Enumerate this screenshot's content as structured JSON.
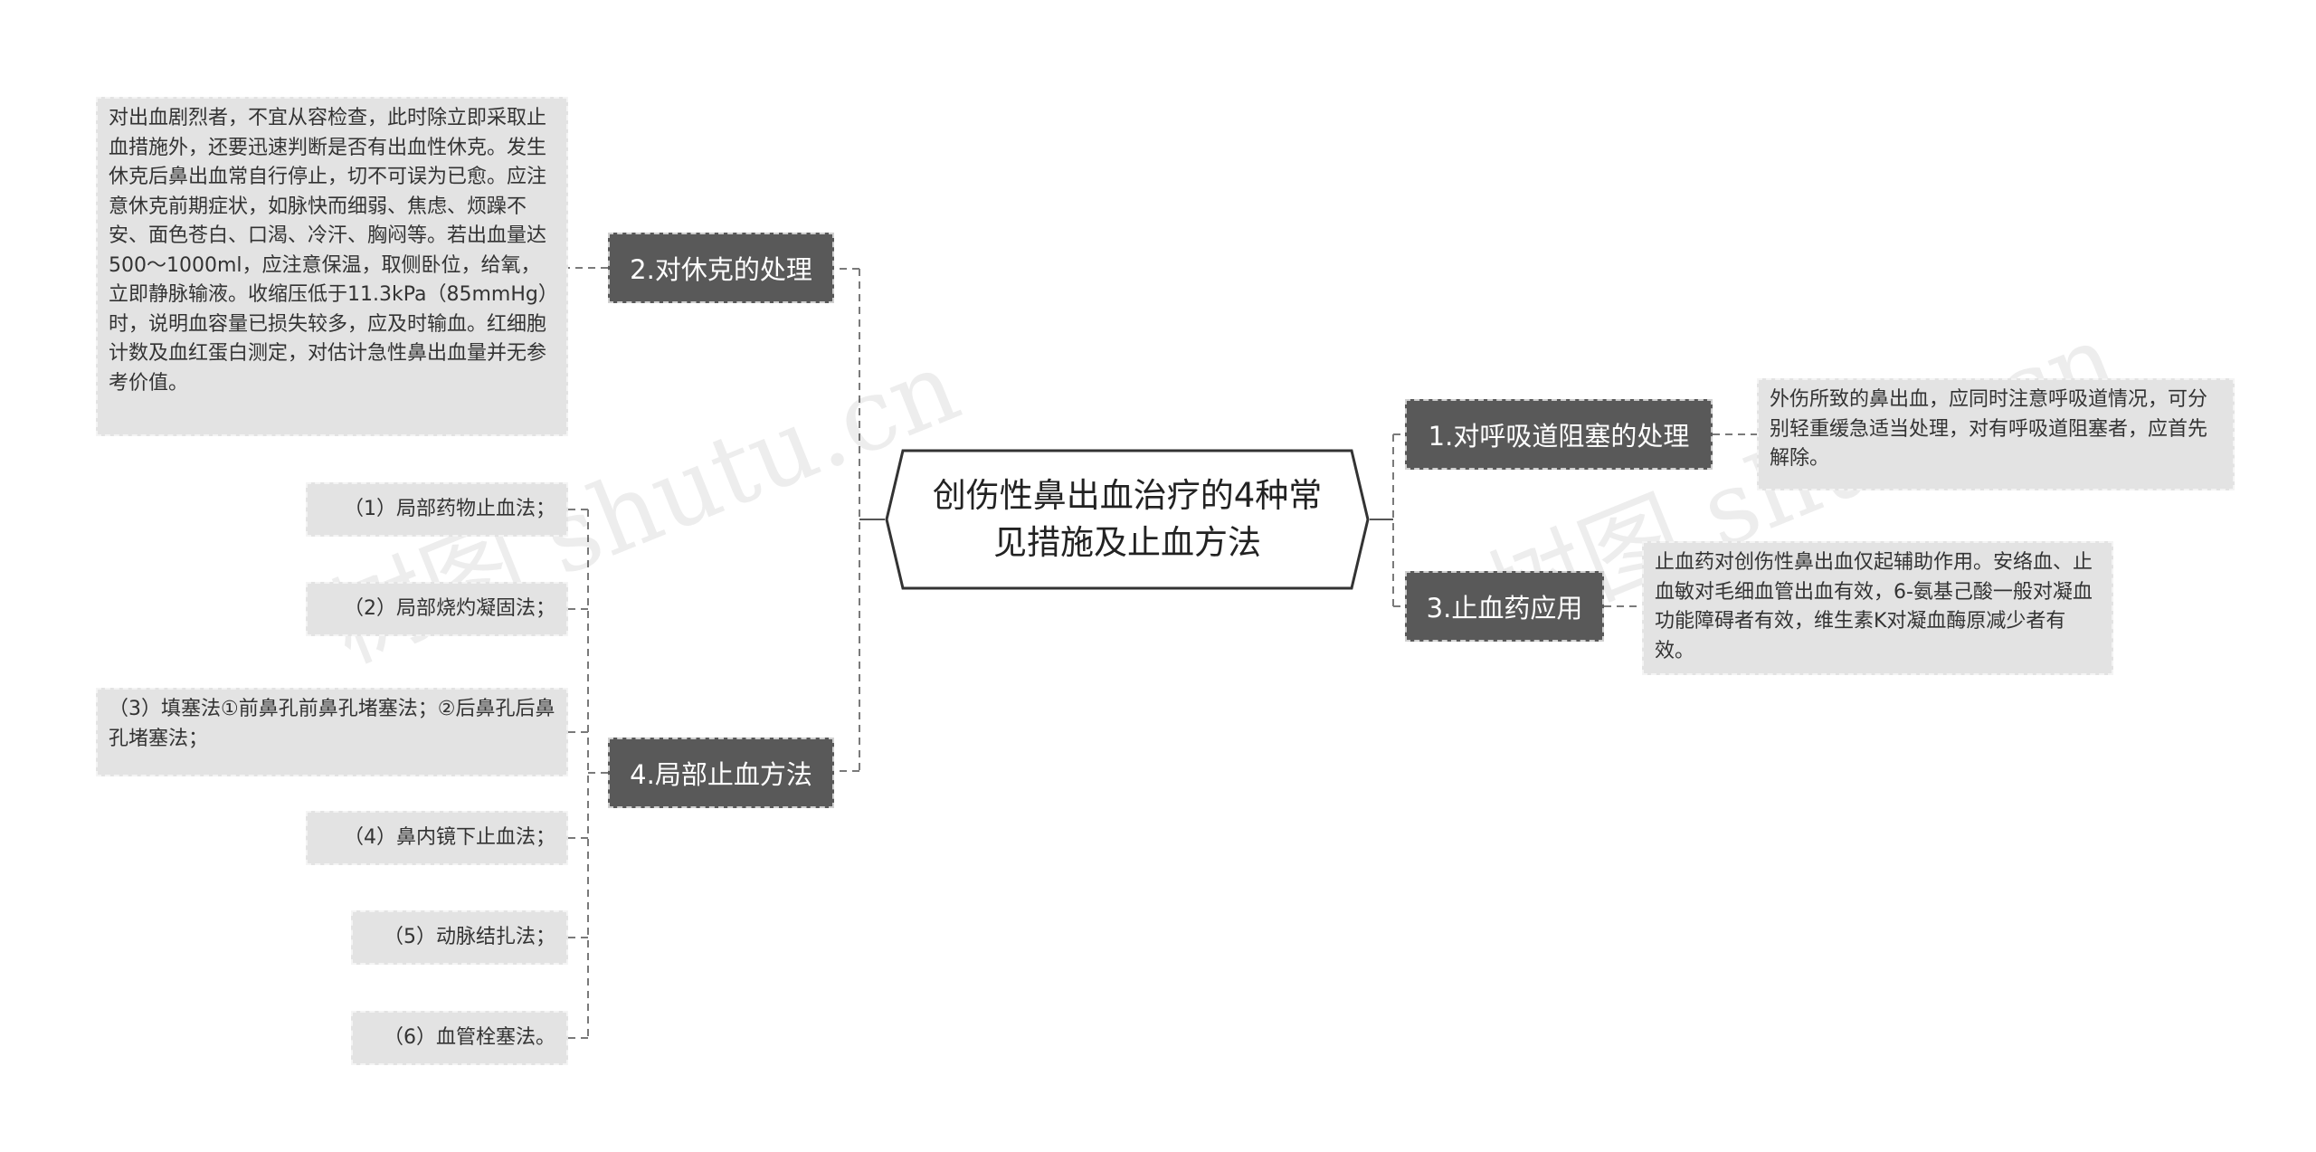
{
  "root": {
    "title": "创伤性鼻出血治疗的4种常见措施及止血方法"
  },
  "branches": {
    "b1": {
      "label": "1.对呼吸道阻塞的处理",
      "detail": "外伤所致的鼻出血，应同时注意呼吸道情况，可分别轻重缓急适当处理，对有呼吸道阻塞者，应首先解除。"
    },
    "b2": {
      "label": "2.对休克的处理",
      "detail": "对出血剧烈者，不宜从容检查，此时除立即采取止血措施外，还要迅速判断是否有出血性休克。发生休克后鼻出血常自行停止，切不可误为已愈。应注意休克前期症状，如脉快而细弱、焦虑、烦躁不安、面色苍白、口渴、冷汗、胸闷等。若出血量达500～1000ml，应注意保温，取侧卧位，给氧，立即静脉输液。收缩压低于11.3kPa（85mmHg）时，说明血容量已损失较多，应及时输血。红细胞计数及血红蛋白测定，对估计急性鼻出血量并无参考价值。"
    },
    "b3": {
      "label": "3.止血药应用",
      "detail": "止血药对创伤性鼻出血仅起辅助作用。安络血、止血敏对毛细血管出血有效，6-氨基己酸一般对凝血功能障碍者有效，维生素K对凝血酶原减少者有效。"
    },
    "b4": {
      "label": "4.局部止血方法",
      "items": [
        "（1）局部药物止血法；",
        "（2）局部烧灼凝固法；",
        "（3）填塞法①前鼻孔前鼻孔堵塞法；②后鼻孔后鼻孔堵塞法；",
        "（4）鼻内镜下止血法；",
        "（5）动脉结扎法；",
        "（6）血管栓塞法。"
      ]
    }
  },
  "watermarks": [
    "树图 shutu.cn",
    "树图 shutu.cn"
  ],
  "colors": {
    "branch_bg": "#595959",
    "leaf_bg": "#e3e3e3",
    "line": "#7a7a7a"
  }
}
